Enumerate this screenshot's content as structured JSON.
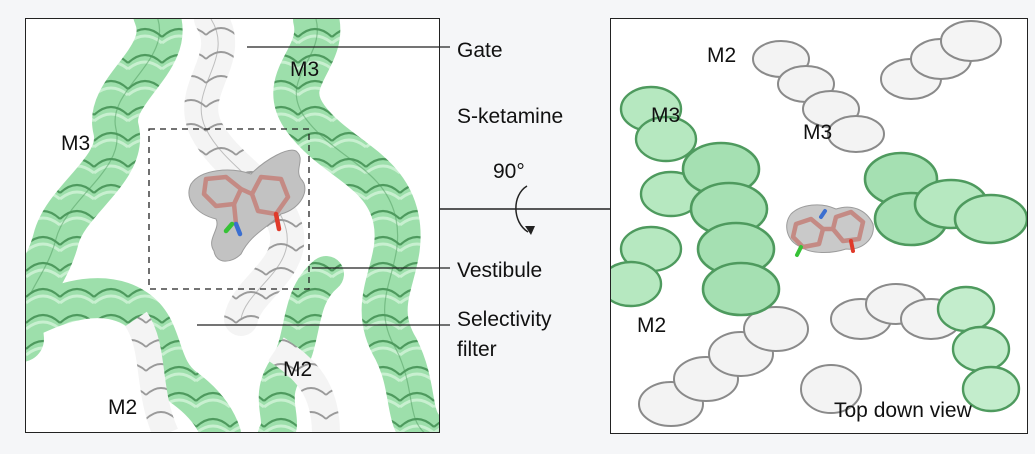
{
  "left_panel": {
    "labels": {
      "m3_top": "M3",
      "m3_left": "M3",
      "m2_bottom_left": "M2",
      "m2_bottom_right": "M2"
    }
  },
  "middle": {
    "gate": "Gate",
    "ligand": "S-ketamine",
    "rotation": "90°",
    "vestibule": "Vestibule",
    "selectivity_line1": "Selectivity",
    "selectivity_line2": "filter"
  },
  "right_panel": {
    "labels": {
      "m2_top": "M2",
      "m3_left": "M3",
      "m3_center": "M3",
      "m2_bottom": "M2"
    },
    "caption": "Top down view"
  },
  "colors": {
    "helix_green": "#8fd99f",
    "helix_green_dark": "#4e9a5e",
    "helix_white": "#f2f2f2",
    "helix_gray_edge": "#8a8a8a",
    "density": "#b9b9b9",
    "ligand": "#c48a84"
  }
}
